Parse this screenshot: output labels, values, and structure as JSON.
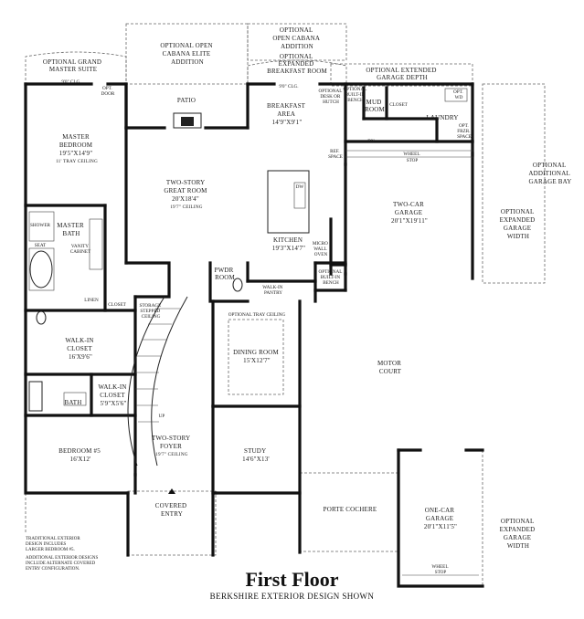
{
  "title": "First Floor",
  "subtitle": "BERKSHIRE EXTERIOR DESIGN SHOWN",
  "notes": {
    "traditional": [
      "TRADITIONAL EXTERIOR",
      "DESIGN INCLUDES",
      "LARGER BEDROOM #5."
    ],
    "additional": [
      "ADDITIONAL EXTERIOR DESIGNS",
      "INCLUDE ALTERNATE COVERED",
      "ENTRY CONFIGURATION."
    ]
  },
  "rooms": {
    "opt_grand_suite": [
      "OPTIONAL GRAND",
      "MASTER SUITE"
    ],
    "opt_cabana_elite": [
      "OPTIONAL OPEN",
      "CABANA ELITE",
      "ADDITION"
    ],
    "opt_cabana": [
      "OPTIONAL",
      "OPEN CABANA",
      "ADDITION"
    ],
    "opt_exp_breakfast": [
      "OPTIONAL",
      "EXPANDED",
      "BREAKFAST ROOM"
    ],
    "opt_ext_garage_depth": [
      "OPTIONAL EXTENDED",
      "GARAGE DEPTH"
    ],
    "clg_left": "9'0\" CLG.",
    "clg_right": "9'0\" CLG.",
    "opt_door": [
      "OPT.",
      "DOOR"
    ],
    "patio": "PATIO",
    "breakfast": [
      "BREAKFAST",
      "AREA",
      "14'9\"X9'1\""
    ],
    "opt_desk": [
      "OPTIONAL",
      "DESK OR",
      "HUTCH"
    ],
    "opt_bench_top": [
      "OPTIONAL",
      "BUILT-IN",
      "BENCH"
    ],
    "mud_room": [
      "MUD",
      "ROOM"
    ],
    "closet_mud": "CLOSET",
    "opt_wd": [
      "OPT.",
      "WD"
    ],
    "laundry": "LAUNDRY",
    "opt_frzr": [
      "OPT.",
      "FRZR.",
      "SPACE"
    ],
    "dn": "DN",
    "ref_space": [
      "REF.",
      "SPACE"
    ],
    "wheel_stop_top": [
      "WHEEL",
      "STOP"
    ],
    "opt_add_garage_bay": [
      "OPTIONAL",
      "ADDITIONAL",
      "GARAGE BAY"
    ],
    "master_bedroom": [
      "MASTER",
      "BEDROOM",
      "19'5\"X14'9\"",
      "11' TRAY CEILING"
    ],
    "great_room": [
      "TWO-STORY",
      "GREAT ROOM",
      "20'X18'4\"",
      "19'7\" CEILING"
    ],
    "dw": "DW",
    "two_car_garage": [
      "TWO-CAR",
      "GARAGE",
      "20'1\"X19'11\""
    ],
    "opt_exp_garage_top": [
      "OPTIONAL",
      "EXPANDED",
      "GARAGE",
      "WIDTH"
    ],
    "shower": "SHOWER",
    "master_bath": [
      "MASTER",
      "BATH"
    ],
    "seat": "SEAT",
    "vanity": [
      "VANITY",
      "CABINET"
    ],
    "kitchen": [
      "KITCHEN",
      "19'3\"X14'7\""
    ],
    "micro": [
      "MICRO",
      "WALL",
      "OVEN"
    ],
    "pwdr": [
      "PWDR",
      "ROOM"
    ],
    "opt_bench_mid": [
      "OPTIONAL",
      "BUILT-IN",
      "BENCH"
    ],
    "linen": "LINEN",
    "closet_left": "CLOSET",
    "storage": [
      "STORAGE",
      "STEPPED",
      "CEILING"
    ],
    "walk_in_pantry": [
      "WALK-IN",
      "PANTRY"
    ],
    "opt_tray": "OPTIONAL TRAY CEILING",
    "walk_in_closet": [
      "WALK-IN",
      "CLOSET",
      "16'X9'6\""
    ],
    "dining": [
      "DINING ROOM",
      "15'X12'7\""
    ],
    "motor_court": [
      "MOTOR",
      "COURT"
    ],
    "walk_in_closet2": [
      "WALK-IN",
      "CLOSET",
      "5'9\"X5'6\""
    ],
    "bath": "BATH",
    "up": "UP",
    "bedroom5": [
      "BEDROOM #5",
      "16'X12'"
    ],
    "foyer": [
      "TWO-STORY",
      "FOYER",
      "19'7\" CEILING"
    ],
    "study": [
      "STUDY",
      "14'6\"X13'"
    ],
    "porte": "PORTE COCHERE",
    "one_car": [
      "ONE-CAR",
      "GARAGE",
      "20'1\"X11'5\""
    ],
    "opt_exp_garage_bottom": [
      "OPTIONAL",
      "EXPANDED",
      "GARAGE",
      "WIDTH"
    ],
    "covered_entry": [
      "COVERED",
      "ENTRY"
    ],
    "wheel_stop_bottom": [
      "WHEEL",
      "STOP"
    ]
  }
}
